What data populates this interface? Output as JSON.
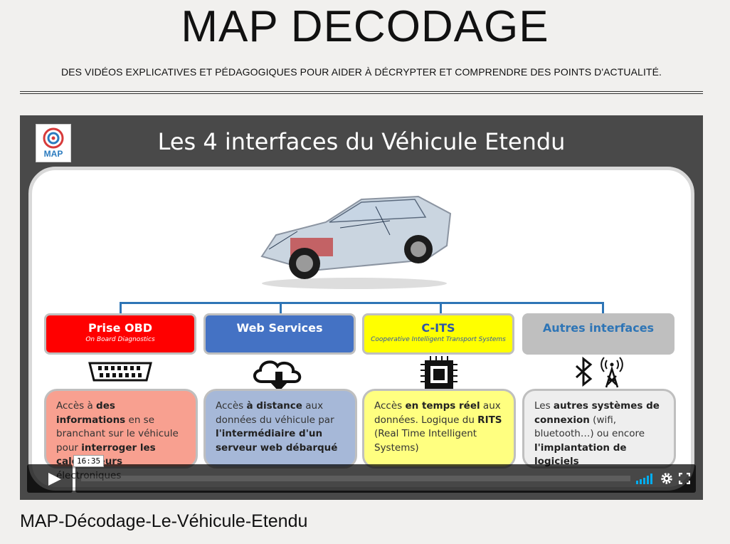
{
  "site": {
    "title": "MAP DECODAGE",
    "tagline": "DES VIDÉOS EXPLICATIVES ET PÉDAGOGIQUES POUR AIDER À DÉCRYPTER ET COMPRENDRE DES POINTS D'ACTUALITÉ."
  },
  "video": {
    "slide_title": "Les 4 interfaces du Véhicule Etendu",
    "logo_text": "MAP",
    "player": {
      "timestamp": "16:35",
      "progress": 0
    },
    "interfaces": [
      {
        "title": "Prise OBD",
        "subtitle": "On Board Diagnostics",
        "icon": "obd-connector-icon",
        "color": "#ff0000",
        "desc_color": "#f8a090",
        "desc": [
          {
            "t": "Accès à ",
            "b": false
          },
          {
            "t": "des informations",
            "b": true
          },
          {
            "t": " en se branchant sur le véhicule pour ",
            "b": false
          },
          {
            "t": "interroger les calculateurs",
            "b": true
          },
          {
            "t": " électroniques",
            "b": false
          }
        ]
      },
      {
        "title": "Web Services",
        "subtitle": "",
        "icon": "cloud-download-icon",
        "color": "#4472c4",
        "desc_color": "#a6b8d8",
        "desc": [
          {
            "t": "Accès ",
            "b": false
          },
          {
            "t": "à distance",
            "b": true
          },
          {
            "t": " aux données du véhicule par ",
            "b": false
          },
          {
            "t": "l'intermédiaire  d'un serveur web débarqué",
            "b": true
          }
        ]
      },
      {
        "title": "C-ITS",
        "subtitle": "Cooperative Intelligent Transport Systems",
        "icon": "chip-icon",
        "color": "#ffff00",
        "desc_color": "#ffff80",
        "desc": [
          {
            "t": "Accès ",
            "b": false
          },
          {
            "t": "en temps réel",
            "b": true
          },
          {
            "t": " aux données. Logique du ",
            "b": false
          },
          {
            "t": "RITS",
            "b": true
          },
          {
            "t": " (Real Time Intelligent Systems)",
            "b": false
          }
        ]
      },
      {
        "title": "Autres interfaces",
        "subtitle": "",
        "icon": "bluetooth-antenna-icon",
        "color": "#bfbfbf",
        "desc_color": "#eeeeee",
        "desc": [
          {
            "t": "Les ",
            "b": false
          },
          {
            "t": "autres systèmes de connexion",
            "b": true
          },
          {
            "t": "  (wifi, bluetooth…) ou encore ",
            "b": false
          },
          {
            "t": "l'implantation de logiciels",
            "b": true
          }
        ]
      }
    ]
  },
  "caption": "MAP-Décodage-Le-Véhicule-Etendu"
}
